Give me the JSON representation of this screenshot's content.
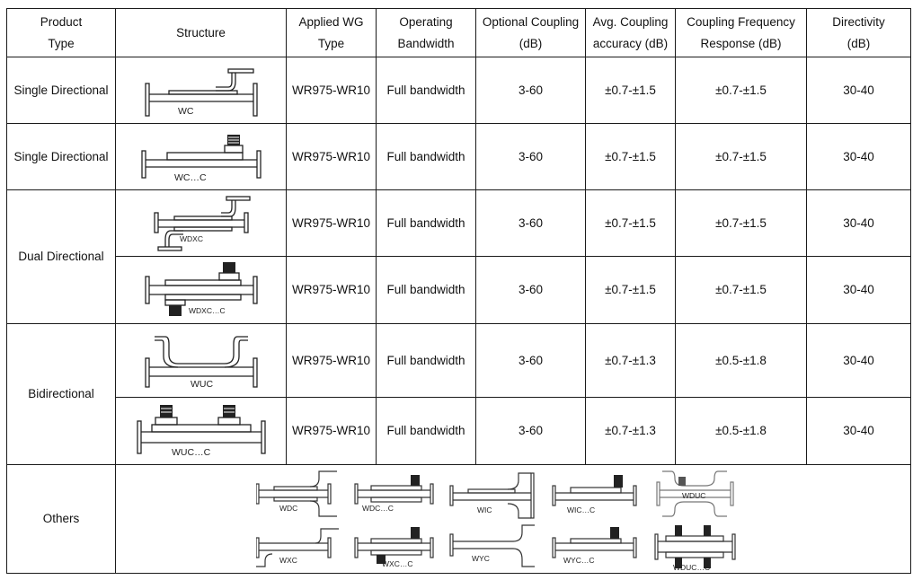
{
  "headers": {
    "product_type": [
      "Product",
      "Type"
    ],
    "structure": "Structure",
    "applied_wg": [
      "Applied WG",
      "Type"
    ],
    "operating_bw": [
      "Operating",
      "Bandwidth"
    ],
    "optional_coupling": [
      "Optional Coupling",
      "(dB)"
    ],
    "avg_coupling": [
      "Avg. Coupling",
      "accuracy (dB)"
    ],
    "coupling_freq": [
      "Coupling Frequency",
      "Response (dB)"
    ],
    "directivity": [
      "Directivity",
      "(dB)"
    ]
  },
  "groups": {
    "single1": "Single Directional",
    "single2": "Single Directional",
    "dual": "Dual Directional",
    "bi": "Bidirectional",
    "others": "Others"
  },
  "rows": [
    {
      "label": "WC",
      "wg": "WR975-WR10",
      "bw": "Full bandwidth",
      "coupling": "3-60",
      "accuracy": "±0.7-±1.5",
      "response": "±0.7-±1.5",
      "directivity": "30-40"
    },
    {
      "label": "WC…C",
      "wg": "WR975-WR10",
      "bw": "Full bandwidth",
      "coupling": "3-60",
      "accuracy": "±0.7-±1.5",
      "response": "±0.7-±1.5",
      "directivity": "30-40"
    },
    {
      "label": "WDXC",
      "wg": "WR975-WR10",
      "bw": "Full bandwidth",
      "coupling": "3-60",
      "accuracy": "±0.7-±1.5",
      "response": "±0.7-±1.5",
      "directivity": "30-40"
    },
    {
      "label": "WDXC…C",
      "wg": "WR975-WR10",
      "bw": "Full bandwidth",
      "coupling": "3-60",
      "accuracy": "±0.7-±1.5",
      "response": "±0.7-±1.5",
      "directivity": "30-40"
    },
    {
      "label": "WUC",
      "wg": "WR975-WR10",
      "bw": "Full bandwidth",
      "coupling": "3-60",
      "accuracy": "±0.7-±1.3",
      "response": "±0.5-±1.8",
      "directivity": "30-40"
    },
    {
      "label": "WUC…C",
      "wg": "WR975-WR10",
      "bw": "Full bandwidth",
      "coupling": "3-60",
      "accuracy": "±0.7-±1.3",
      "response": "±0.5-±1.8",
      "directivity": "30-40"
    }
  ],
  "others": [
    "WDC",
    "WDC…C",
    "WIC",
    "WIC…C",
    "WDUC",
    "WXC",
    "WXC…C",
    "WYC",
    "WYC…C",
    "WDUC…C"
  ]
}
